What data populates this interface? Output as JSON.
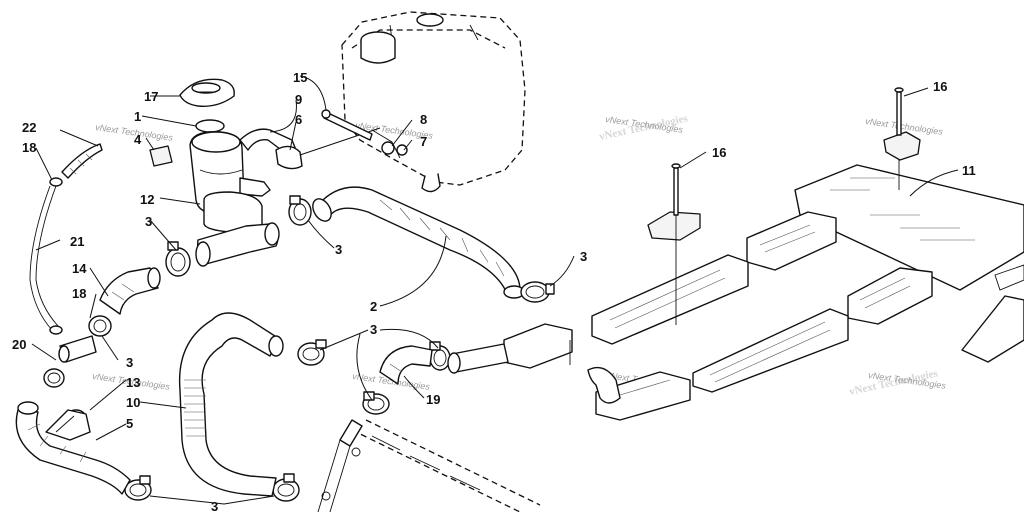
{
  "watermark_text": "vNext Technologies",
  "callouts": {
    "c1": "1",
    "c2": "2",
    "c3a": "3",
    "c3b": "3",
    "c3c": "3",
    "c3d": "3",
    "c3e": "3",
    "c3f": "3",
    "c4": "4",
    "c5": "5",
    "c6": "6",
    "c7": "7",
    "c8": "8",
    "c9": "9",
    "c10": "10",
    "c11": "11",
    "c12": "12",
    "c13": "13",
    "c14": "14",
    "c15": "15",
    "c16a": "16",
    "c16b": "16",
    "c17": "17",
    "c18a": "18",
    "c18b": "18",
    "c19": "19",
    "c20": "20",
    "c21": "21",
    "c22": "22"
  },
  "icons": {
    "radiator_cap": "radiator-cap-icon",
    "coolant_tank": "coolant-tank-icon",
    "hose_clamp": "hose-clamp-icon"
  }
}
